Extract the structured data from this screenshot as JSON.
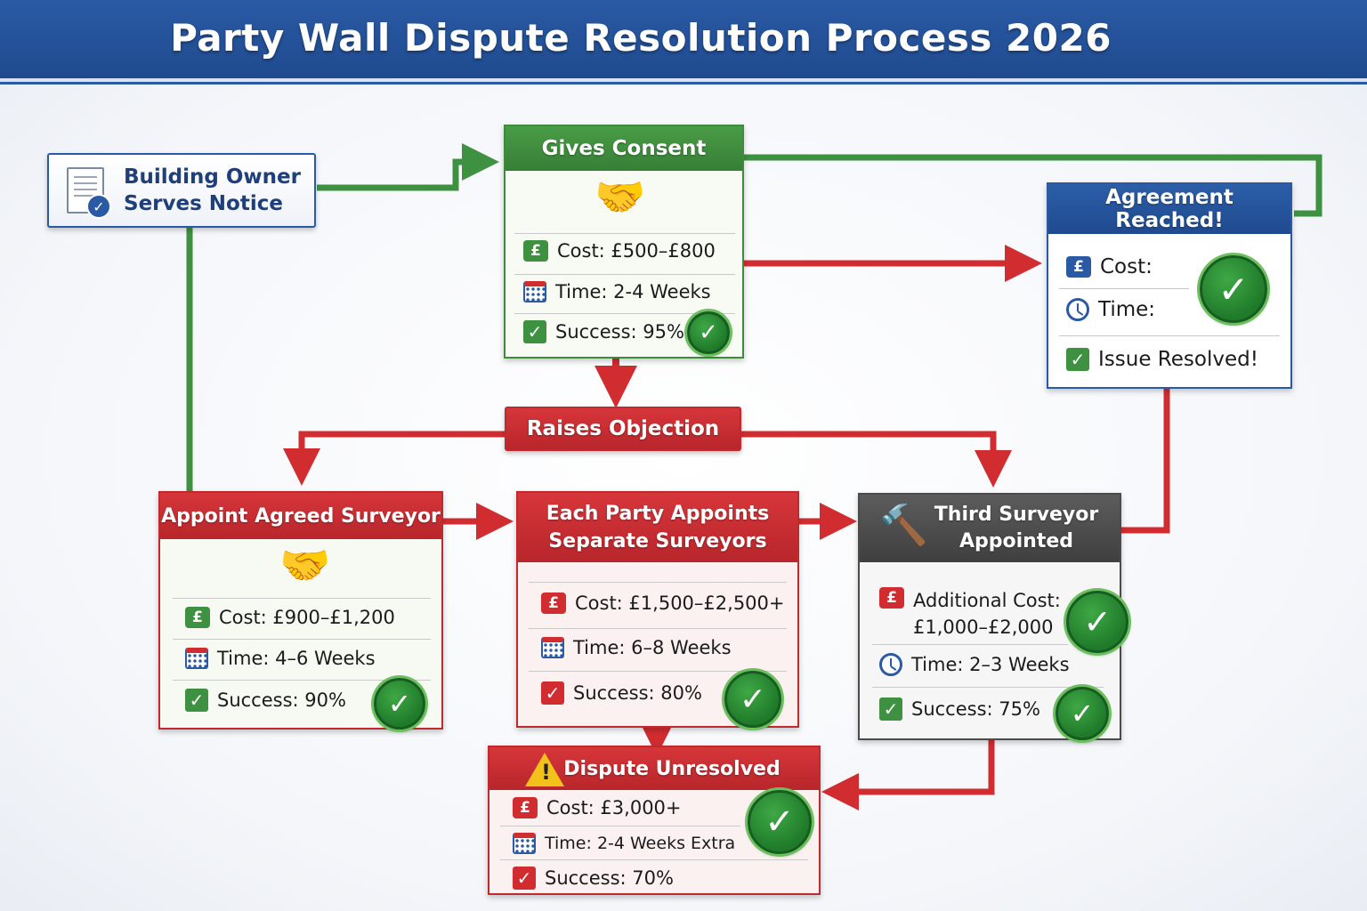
{
  "title": "Party Wall Dispute Resolution Process 2026",
  "colors": {
    "green": "#3e9140",
    "red": "#d12d31",
    "blue": "#2a5aa4",
    "dark": "#4b4b4b"
  },
  "icons": [
    "document-check-icon",
    "handshake-icon",
    "pound-icon",
    "calendar-icon",
    "check-icon",
    "clock-icon",
    "gavel-icon",
    "warning-icon",
    "success-badge-icon"
  ],
  "nodes": {
    "notice": {
      "label_line1": "Building Owner",
      "label_line2": "Serves Notice"
    },
    "consent": {
      "title": "Gives Consent",
      "cost": "Cost: £500–£800",
      "time": "Time: 2-4 Weeks",
      "success": "Success: 95%"
    },
    "objection": {
      "title": "Raises Objection"
    },
    "agreed": {
      "title": "Appoint Agreed Surveyor",
      "cost": "Cost: £900–£1,200",
      "time": "Time: 4–6 Weeks",
      "success": "Success: 90%"
    },
    "separate": {
      "title_line1": "Each Party Appoints",
      "title_line2": "Separate Surveyors",
      "cost": "Cost: £1,500–£2,500+",
      "time": "Time: 6–8 Weeks",
      "success": "Success: 80%"
    },
    "third": {
      "title_line1": "Third Surveyor",
      "title_line2": "Appointed",
      "cost_line1": "Additional Cost:",
      "cost_line2": "£1,000–£2,000",
      "time": "Time: 2–3 Weeks",
      "success": "Success: 75%"
    },
    "agreement": {
      "title": "Agreement Reached!",
      "cost": "Cost:",
      "time": "Time:",
      "resolved": "Issue Resolved!"
    },
    "unresolved": {
      "title": "Dispute Unresolved",
      "cost": "Cost: £3,000+",
      "time": "Time: 2-4 Weeks Extra",
      "success": "Success: 70%"
    }
  },
  "glyphs": {
    "pound": "£",
    "check": "✓",
    "warn": "!",
    "handshake": "🤝",
    "gavel": "🔨"
  }
}
